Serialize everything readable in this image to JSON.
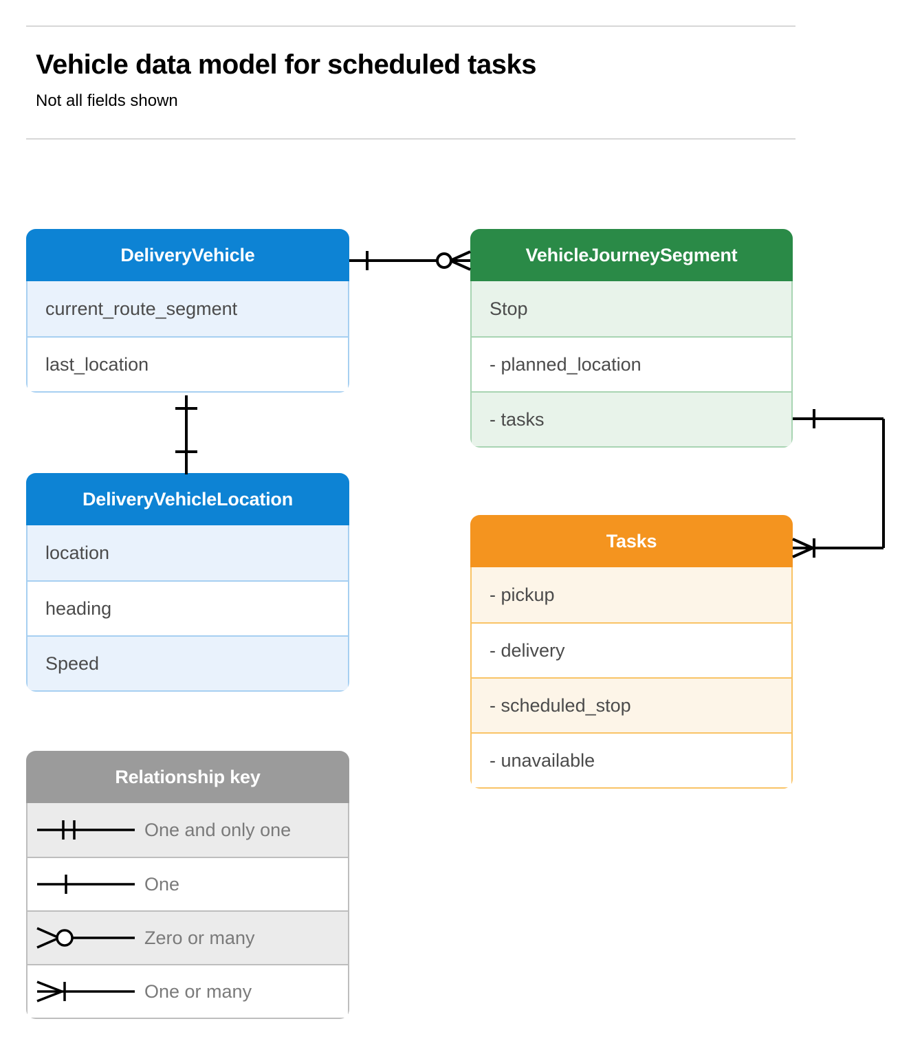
{
  "header": {
    "title": "Vehicle data model for scheduled tasks",
    "subtitle": "Not all fields shown"
  },
  "colors": {
    "blue_header": "#0d83d4",
    "blue_row": "#e9f2fc",
    "blue_border": "#a6cff1",
    "green_header": "#2a8a47",
    "green_row": "#e8f3ea",
    "green_border": "#a8d4b2",
    "orange_header": "#f4941f",
    "orange_row": "#fdf5e8",
    "orange_border": "#f9c365",
    "gray_header": "#9b9b9b",
    "gray_row": "#ebebeb",
    "gray_border": "#bdbdbd",
    "line": "#000000",
    "rule": "#d7d7d7",
    "text": "#4b4b4b",
    "legend_text": "#7a7a7a"
  },
  "entities": [
    {
      "id": "DeliveryVehicle",
      "name": "DeliveryVehicle",
      "color": "blue",
      "fields": [
        "current_route_segment",
        "last_location"
      ]
    },
    {
      "id": "DeliveryVehicleLocation",
      "name": "DeliveryVehicleLocation",
      "color": "blue",
      "fields": [
        "location",
        "heading",
        "Speed"
      ]
    },
    {
      "id": "VehicleJourneySegment",
      "name": "VehicleJourneySegment",
      "color": "green",
      "fields": [
        "Stop",
        "-  planned_location",
        "- tasks"
      ]
    },
    {
      "id": "Tasks",
      "name": "Tasks",
      "color": "orange",
      "fields": [
        "-  pickup",
        "-  delivery",
        "-  scheduled_stop",
        "-  unavailable"
      ]
    }
  ],
  "relationship_key": {
    "title": "Relationship key",
    "rows": [
      {
        "symbol": "one-and-only-one",
        "label": "One and only one"
      },
      {
        "symbol": "one",
        "label": "One"
      },
      {
        "symbol": "zero-or-many",
        "label": "Zero or many"
      },
      {
        "symbol": "one-or-many",
        "label": "One or many"
      }
    ]
  },
  "relationships": [
    {
      "from": "DeliveryVehicle",
      "to": "VehicleJourneySegment",
      "from_cardinality": "one",
      "to_cardinality": "zero-or-many"
    },
    {
      "from": "DeliveryVehicle",
      "to": "DeliveryVehicleLocation",
      "from_cardinality": "one",
      "to_cardinality": "one"
    },
    {
      "from": "VehicleJourneySegment.tasks",
      "to": "Tasks",
      "from_cardinality": "one",
      "to_cardinality": "one-or-many"
    }
  ]
}
